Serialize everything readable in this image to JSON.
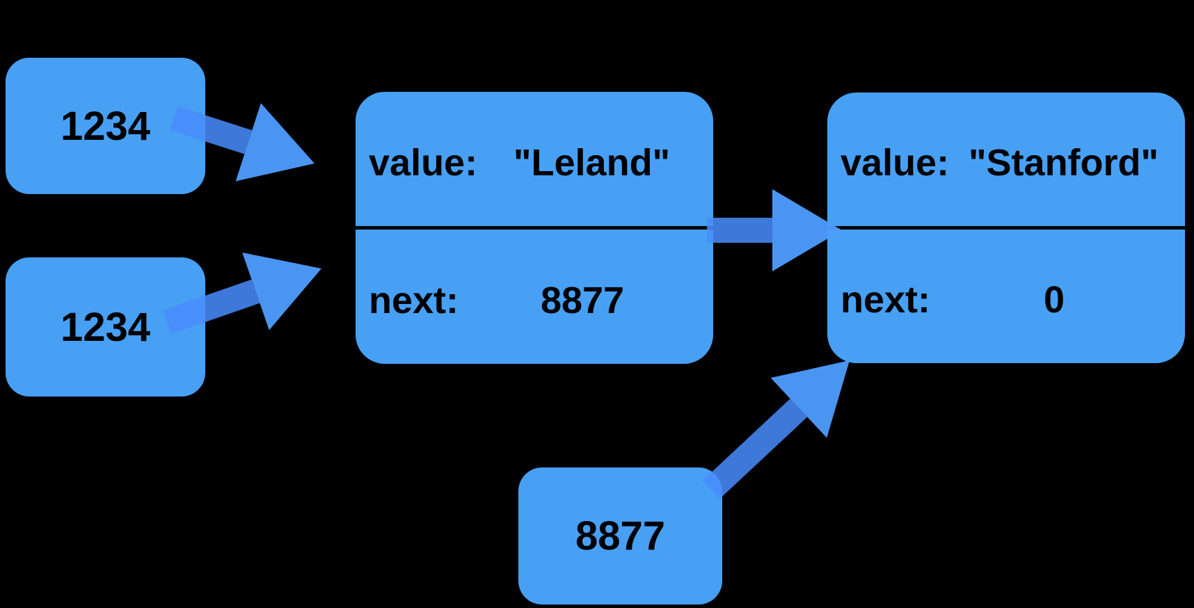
{
  "colors": {
    "background": "#000000",
    "box_fill": "#47A0F4",
    "arrow_shaft": "rgba(72,140,252,0.86)",
    "arrow_head": "rgba(79,157,255,0.95)",
    "text": "#000000",
    "divider": "#000000"
  },
  "pointers": [
    {
      "label": "1234"
    },
    {
      "label": "1234"
    },
    {
      "label": "8877"
    }
  ],
  "nodes": [
    {
      "name": "leland-node",
      "fields": [
        {
          "label": "value:",
          "value": "\"Leland\""
        },
        {
          "label": "next:",
          "value": "8877"
        }
      ]
    },
    {
      "name": "stanford-node",
      "fields": [
        {
          "label": "value:",
          "value": "\"Stanford\""
        },
        {
          "label": "next:",
          "value": "0"
        }
      ]
    }
  ],
  "arrows": [
    {
      "from": "pointer-1234-top",
      "to": "leland-node"
    },
    {
      "from": "pointer-1234-bottom",
      "to": "leland-node"
    },
    {
      "from": "leland-node-next",
      "to": "stanford-node"
    },
    {
      "from": "pointer-8877",
      "to": "stanford-node"
    }
  ]
}
